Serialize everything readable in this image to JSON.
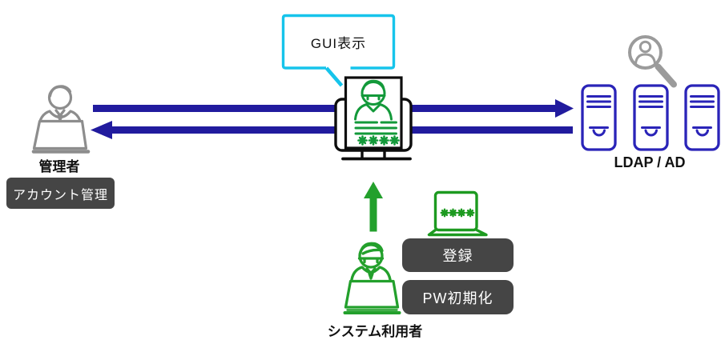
{
  "diagram": {
    "bubble_label": "GUI表示",
    "admin_label": "管理者",
    "admin_badge": "アカウント管理",
    "ldap_label": "LDAP / AD",
    "user_label": "システム利用者",
    "user_badges": [
      "登録",
      "PW初期化"
    ]
  },
  "icons": [
    {
      "name": "admin-person-laptop-icon",
      "color": "#8d8d8d"
    },
    {
      "name": "speech-bubble",
      "color": "#16c4eb"
    },
    {
      "name": "request-arrow",
      "color": "#211b9e"
    },
    {
      "name": "response-arrow",
      "color": "#211b9e"
    },
    {
      "name": "monitor-icon",
      "color": "#0d0d0d"
    },
    {
      "name": "id-card-person-icon",
      "color": "#13993a"
    },
    {
      "name": "server-icon",
      "color": "#2a24b8"
    },
    {
      "name": "user-search-magnifier-icon",
      "color": "#9b9b9b"
    },
    {
      "name": "password-laptop-icon",
      "color": "#1d9a20"
    },
    {
      "name": "system-user-person-laptop-icon",
      "color": "#23a02c"
    },
    {
      "name": "user-upload-arrow",
      "color": "#23a02c"
    }
  ],
  "colors": {
    "badge_bg": "#454545",
    "badge_text": "#ffffff",
    "label_text": "#111111",
    "background": "#ffffff"
  }
}
